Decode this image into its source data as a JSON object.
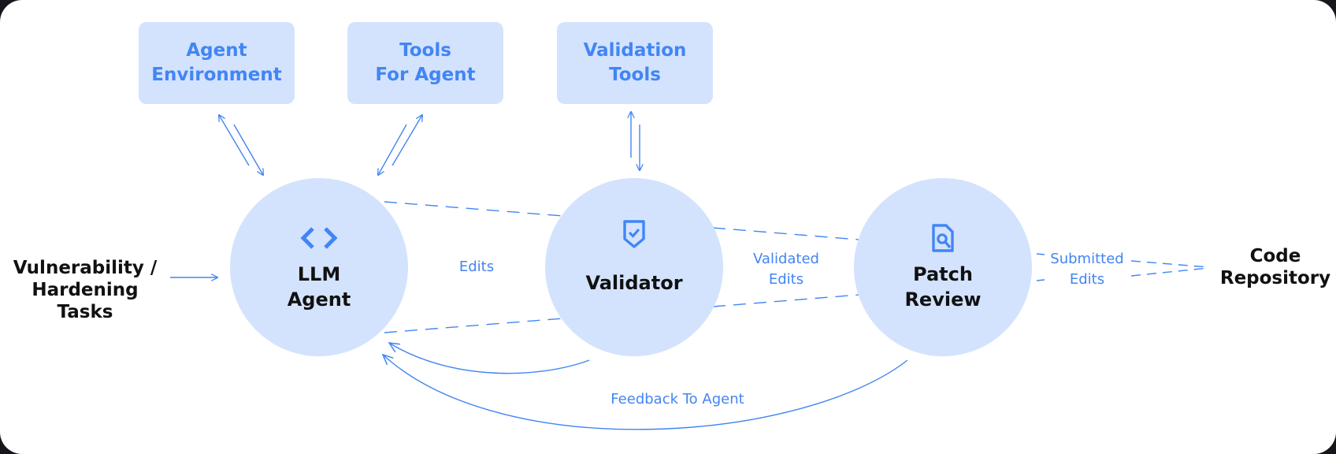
{
  "diagram": {
    "colors": {
      "accent": "#4285f4",
      "node_fill": "#d3e3fd",
      "text": "#111111",
      "background": "#ffffff"
    },
    "tool_boxes": [
      {
        "id": "agent-environment",
        "label": "Agent\nEnvironment"
      },
      {
        "id": "tools-for-agent",
        "label": "Tools\nFor Agent"
      },
      {
        "id": "validation-tools",
        "label": "Validation\nTools"
      }
    ],
    "nodes": [
      {
        "id": "llm-agent",
        "label": "LLM\nAgent",
        "icon": "code-brackets-icon"
      },
      {
        "id": "validator",
        "label": "Validator",
        "icon": "shield-check-icon"
      },
      {
        "id": "patch-review",
        "label": "Patch\nReview",
        "icon": "document-search-icon"
      }
    ],
    "external": {
      "input": "Vulnerability /\nHardening Tasks",
      "output": "Code\nRepository"
    },
    "edge_labels": {
      "edits": "Edits",
      "validated_edits": "Validated\nEdits",
      "submitted_edits": "Submitted\nEdits",
      "feedback": "Feedback To Agent"
    },
    "edges": [
      {
        "from": "Vulnerability / Hardening Tasks",
        "to": "LLM Agent",
        "style": "solid"
      },
      {
        "from": "LLM Agent",
        "to": "Agent Environment",
        "style": "solid",
        "bidirectional": true
      },
      {
        "from": "LLM Agent",
        "to": "Tools For Agent",
        "style": "solid",
        "bidirectional": true
      },
      {
        "from": "Validator",
        "to": "Validation Tools",
        "style": "solid",
        "bidirectional": true
      },
      {
        "from": "LLM Agent",
        "to": "Validator",
        "label": "Edits",
        "style": "dashed"
      },
      {
        "from": "Validator",
        "to": "Patch Review",
        "label": "Validated Edits",
        "style": "dashed"
      },
      {
        "from": "Patch Review",
        "to": "Code Repository",
        "label": "Submitted Edits",
        "style": "dashed"
      },
      {
        "from": "Validator",
        "to": "LLM Agent",
        "style": "solid",
        "curved": true
      },
      {
        "from": "Patch Review",
        "to": "LLM Agent",
        "label": "Feedback To Agent",
        "style": "solid",
        "curved": true
      }
    ]
  }
}
